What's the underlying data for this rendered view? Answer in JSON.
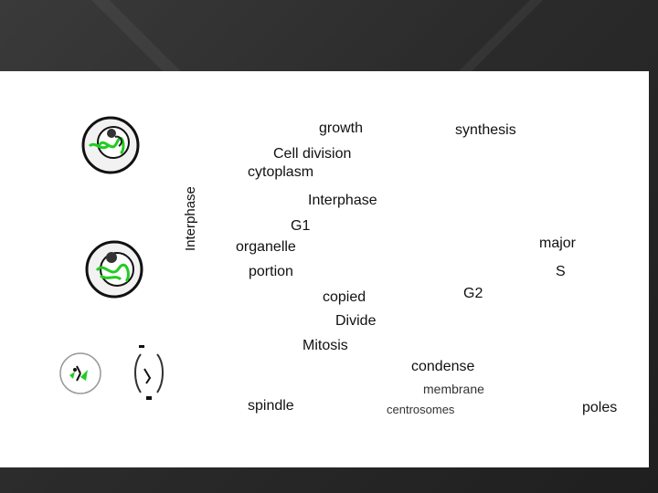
{
  "slide": {
    "side_label": "Interphase",
    "words": {
      "growth": "growth",
      "synthesis": "synthesis",
      "cell_division": "Cell division",
      "cytoplasm": "cytoplasm",
      "interphase": "Interphase",
      "g1": "G1",
      "organelle": "organelle",
      "major": "major",
      "portion": "portion",
      "s": "S",
      "copied": "copied",
      "g2": "G2",
      "divide": "Divide",
      "mitosis": "Mitosis",
      "condense": "condense",
      "membrane": "membrane",
      "spindle": "spindle",
      "centrosomes": "centrosomes",
      "poles": "poles"
    }
  },
  "colors": {
    "background": "#2b2b2b",
    "slide": "#ffffff",
    "chromosome_green": "#22cc22"
  },
  "images": [
    "interphase-cell-icon",
    "interphase-cell-icon",
    "mitosis-cell-icon",
    "dividing-chromosomes-icon"
  ]
}
